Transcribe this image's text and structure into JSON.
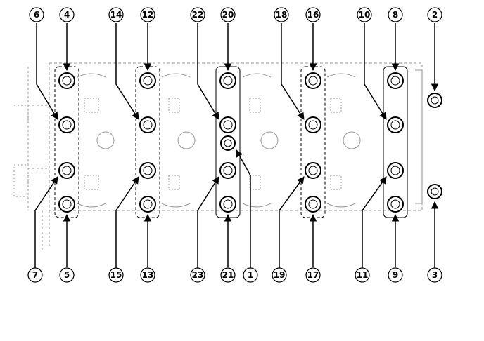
{
  "labels": {
    "b1": "1",
    "b2": "2",
    "b3": "3",
    "b4": "4",
    "b5": "5",
    "b6": "6",
    "b7": "7",
    "b8": "8",
    "b9": "9",
    "b10": "10",
    "b11": "11",
    "b12": "12",
    "b13": "13",
    "b14": "14",
    "b15": "15",
    "b16": "16",
    "b17": "17",
    "b18": "18",
    "b19": "19",
    "b20": "20",
    "b21": "21",
    "b22": "22",
    "b23": "23"
  },
  "colors": {
    "line": "#000000",
    "faint": "#9a9a9a",
    "background": "#ffffff"
  }
}
